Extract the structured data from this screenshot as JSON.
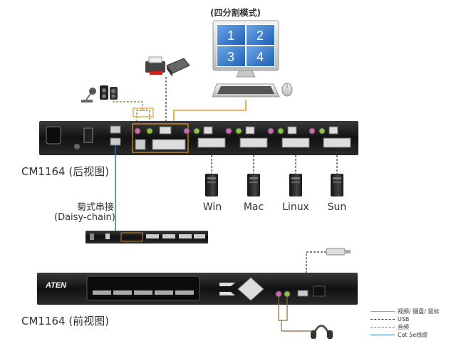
{
  "display": {
    "mode_label": "(四分割模式)",
    "quadrants": [
      "1",
      "2",
      "3",
      "4"
    ]
  },
  "rear_view": {
    "title": "CM1164 (后视图)"
  },
  "front_view": {
    "title": "CM1164 (前视图)",
    "brand": "ATEN"
  },
  "daisy_chain": {
    "line1": "菊式串接",
    "line2": "(Daisy-chain)"
  },
  "computers": [
    {
      "label": "Win"
    },
    {
      "label": "Mac"
    },
    {
      "label": "Linux"
    },
    {
      "label": "Sun"
    }
  ],
  "legend": [
    {
      "label": "视频/ 键盘/ 鼠标",
      "color": "#e8962a",
      "style": "solid"
    },
    {
      "label": "USB",
      "color": "#333333",
      "style": "dashed"
    },
    {
      "label": "音频",
      "color": "#8a6a3a",
      "style": "dashed"
    },
    {
      "label": "Cat 5e线缆",
      "color": "#2f6fc0",
      "style": "solid"
    }
  ]
}
